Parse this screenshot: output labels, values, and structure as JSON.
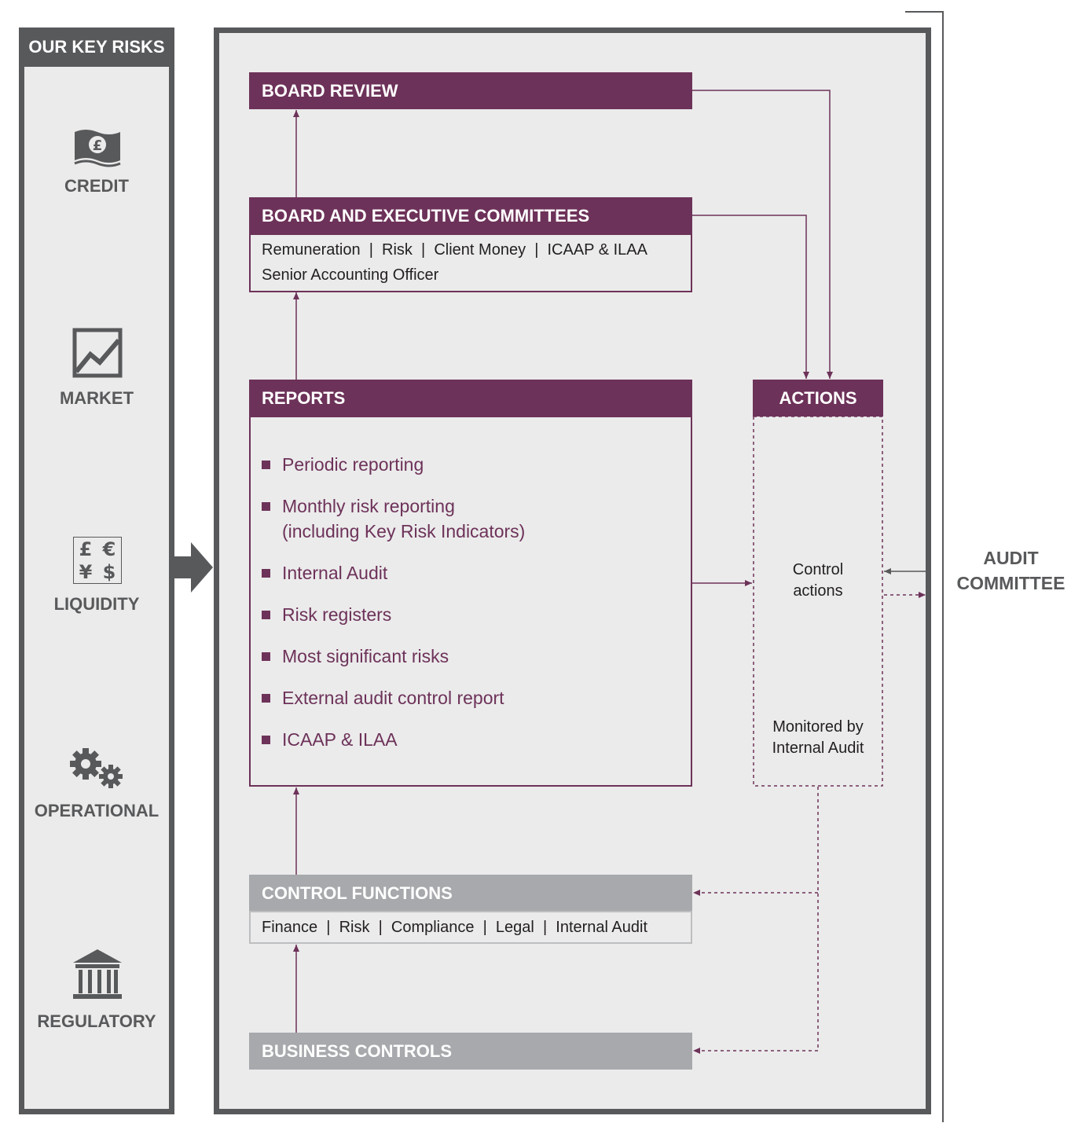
{
  "risks": {
    "header": "OUR KEY RISKS",
    "items": [
      {
        "label": "CREDIT",
        "icon": "banknote-pound-icon"
      },
      {
        "label": "MARKET",
        "icon": "market-chart-icon"
      },
      {
        "label": "LIQUIDITY",
        "icon": "currency-symbols-icon",
        "symbols": [
          "£",
          "€",
          "¥",
          "$"
        ]
      },
      {
        "label": "OPERATIONAL",
        "icon": "gears-icon"
      },
      {
        "label": "REGULATORY",
        "icon": "bank-building-icon"
      }
    ]
  },
  "board_review": {
    "title": "BOARD REVIEW"
  },
  "committees": {
    "title": "BOARD AND EXECUTIVE COMMITTEES",
    "line1": "Remuneration  |  Risk  |  Client Money  |  ICAAP & ILAA",
    "line2": "Senior Accounting Officer"
  },
  "reports": {
    "title": "REPORTS",
    "items": [
      "Periodic reporting",
      "Monthly risk reporting\n(including Key Risk Indicators)",
      "Internal Audit",
      "Risk registers",
      "Most significant risks",
      "External audit control report",
      "ICAAP & ILAA"
    ]
  },
  "actions": {
    "title": "ACTIONS",
    "control_actions": "Control\nactions",
    "monitored": "Monitored by\nInternal Audit"
  },
  "control_functions": {
    "title": "CONTROL FUNCTIONS",
    "line1": "Finance  |  Risk  |  Compliance  |  Legal  |  Internal Audit"
  },
  "business_controls": {
    "title": "BUSINESS CONTROLS"
  },
  "audit_committee": {
    "label": "AUDIT\nCOMMITTEE"
  },
  "colors": {
    "purple": "#6d3259",
    "dark_grey": "#58595b",
    "mid_grey": "#a7a9ac",
    "panel_bg": "#ebebeb"
  }
}
